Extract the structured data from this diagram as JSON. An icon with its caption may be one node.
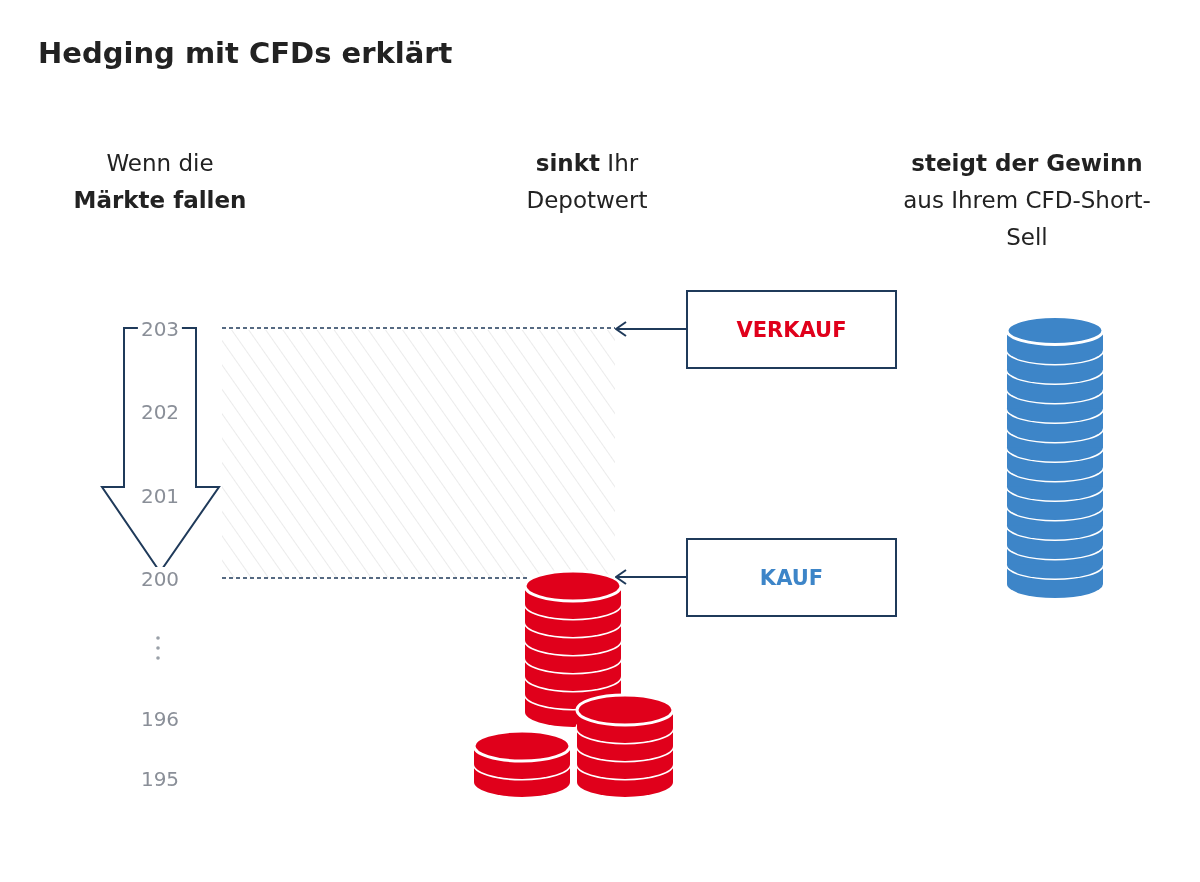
{
  "diagram": {
    "title": "Hedging mit CFDs erklärt",
    "nodes": [
      {
        "text": [
          "VERKAUF"
        ]
      },
      {
        "text": [
          "KAUF"
        ]
      },
      {
        "text": [],
        "shape": "box"
      }
    ],
    "edges": [
      {
        "from": 0,
        "to": 2,
        "arrow": "to"
      },
      {
        "from": 1,
        "to": 2,
        "arrow": "to"
      }
    ],
    "labels": [
      "Wenn die **Märkte fallen**",
      "**sinkt** Ihr Depotwert",
      "**steigt der Gewinn** aus Ihrem CFD-Short-Sell",
      "203",
      "202",
      "201",
      "200",
      "196",
      "195"
    ]
  }
}
